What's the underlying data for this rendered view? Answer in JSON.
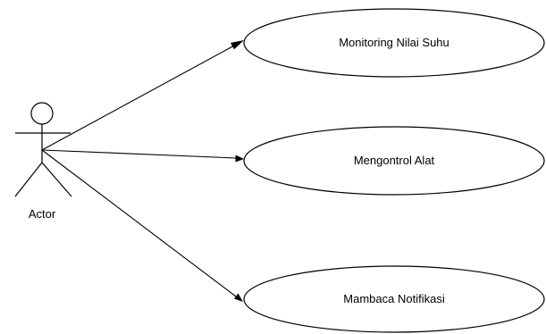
{
  "actor": {
    "label": "Actor"
  },
  "use_cases": [
    {
      "label": "Monitoring Nilai Suhu"
    },
    {
      "label": "Mengontrol Alat"
    },
    {
      "label": "Mambaca Notifikasi"
    }
  ],
  "associations": [
    {
      "from": "Actor",
      "to": "Monitoring Nilai Suhu"
    },
    {
      "from": "Actor",
      "to": "Mengontrol Alat"
    },
    {
      "from": "Actor",
      "to": "Mambaca Notifikasi"
    }
  ],
  "colors": {
    "line": "#000000",
    "background": "#ffffff"
  }
}
